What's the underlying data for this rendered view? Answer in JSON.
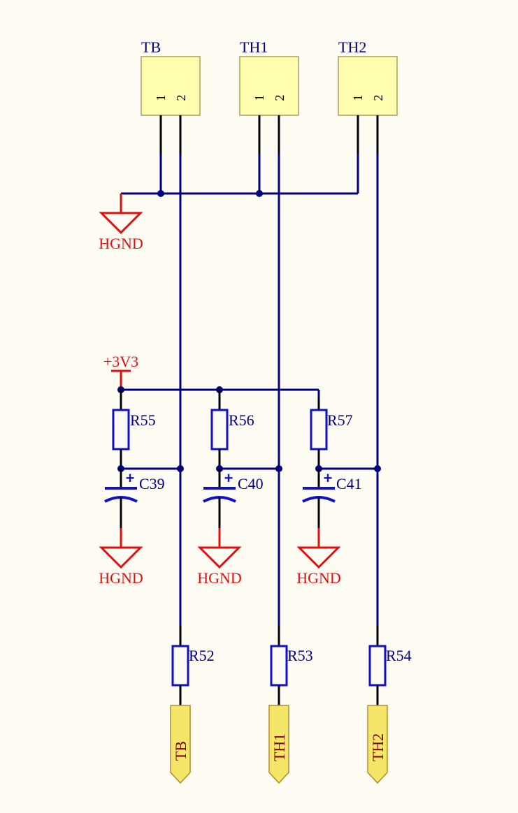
{
  "connectors": [
    {
      "name": "TB",
      "pin1": "1",
      "pin2": "2"
    },
    {
      "name": "TH1",
      "pin1": "1",
      "pin2": "2"
    },
    {
      "name": "TH2",
      "pin1": "1",
      "pin2": "2"
    }
  ],
  "pullup_resistors": [
    "R55",
    "R56",
    "R57"
  ],
  "capacitors": [
    "C39",
    "C40",
    "C41"
  ],
  "series_resistors": [
    "R52",
    "R53",
    "R54"
  ],
  "ports": [
    "TB",
    "TH1",
    "TH2"
  ],
  "power": {
    "supply": "+3V3",
    "ground": "HGND"
  },
  "colors": {
    "background": "#FFFCF4",
    "wire": "#00007F",
    "power": "#E01010",
    "component_fill": "#FFFFB0",
    "port_fill": "#F4E668"
  }
}
